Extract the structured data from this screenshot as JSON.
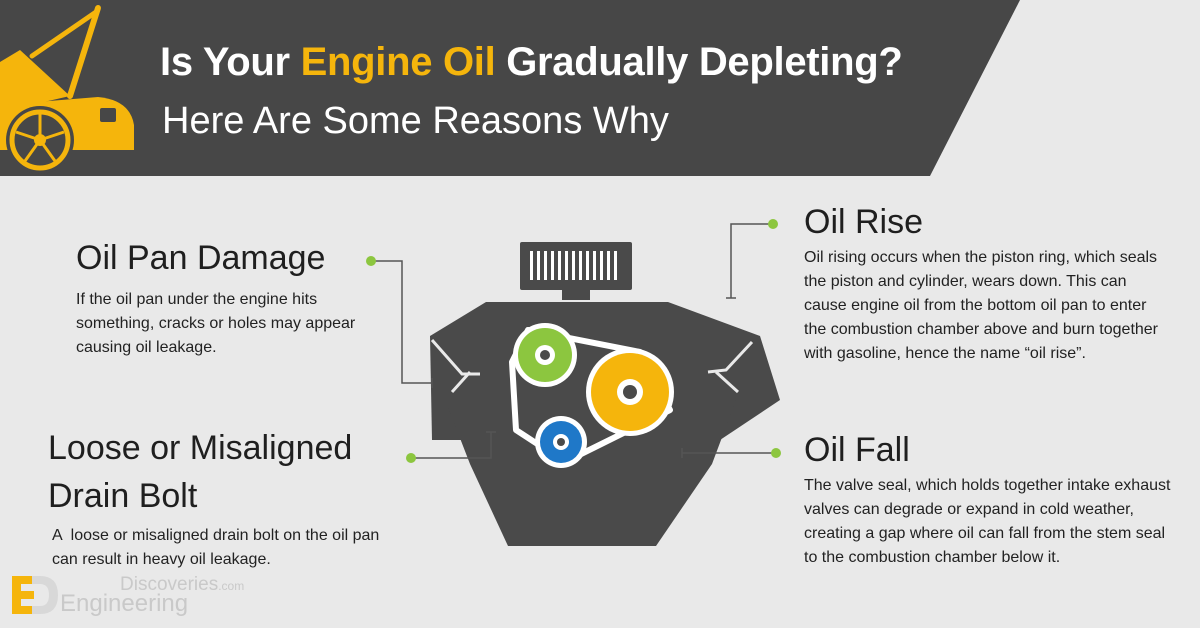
{
  "header": {
    "title_prefix": "Is Your ",
    "title_highlight": "Engine Oil",
    "title_suffix": " Gradually Depleting?",
    "subtitle": "Here Are Some Reasons Why"
  },
  "sections": {
    "oil_pan": {
      "title": "Oil Pan Damage",
      "text": "If the oil pan under the engine hits something, cracks or holes may appear causing oil leakage."
    },
    "drain_bolt": {
      "title_line1": "Loose or Misaligned",
      "title_line2": "Drain Bolt",
      "text": "A  loose or misaligned drain bolt on the oil pan can result in heavy oil leakage."
    },
    "oil_rise": {
      "title": "Oil Rise",
      "text": "Oil rising occurs when the piston ring, which seals the piston and cylinder, wears down. This can cause engine oil from the bottom oil pan to enter the combustion chamber above and burn together with gasoline, hence the name “oil rise”."
    },
    "oil_fall": {
      "title": "Oil Fall",
      "text": "The valve seal, which holds together intake exhaust valves can degrade or expand in cold weather, creating a gap where oil can fall from the stem seal to the combustion chamber below it."
    }
  },
  "logo": {
    "brand_top": "Discoveries",
    "brand_top_suffix": ".com",
    "brand_bottom": "Engineering"
  },
  "colors": {
    "banner": "#474747",
    "accent_yellow": "#f5b50c",
    "engine": "#4a4a4a",
    "pulley_green": "#8cc63f",
    "pulley_blue": "#1f78c8",
    "connector_green": "#8cc63f"
  },
  "icons": [
    "car-hood-open-icon",
    "engine-illustration",
    "pulley-icons",
    "ed-logo-icon"
  ]
}
